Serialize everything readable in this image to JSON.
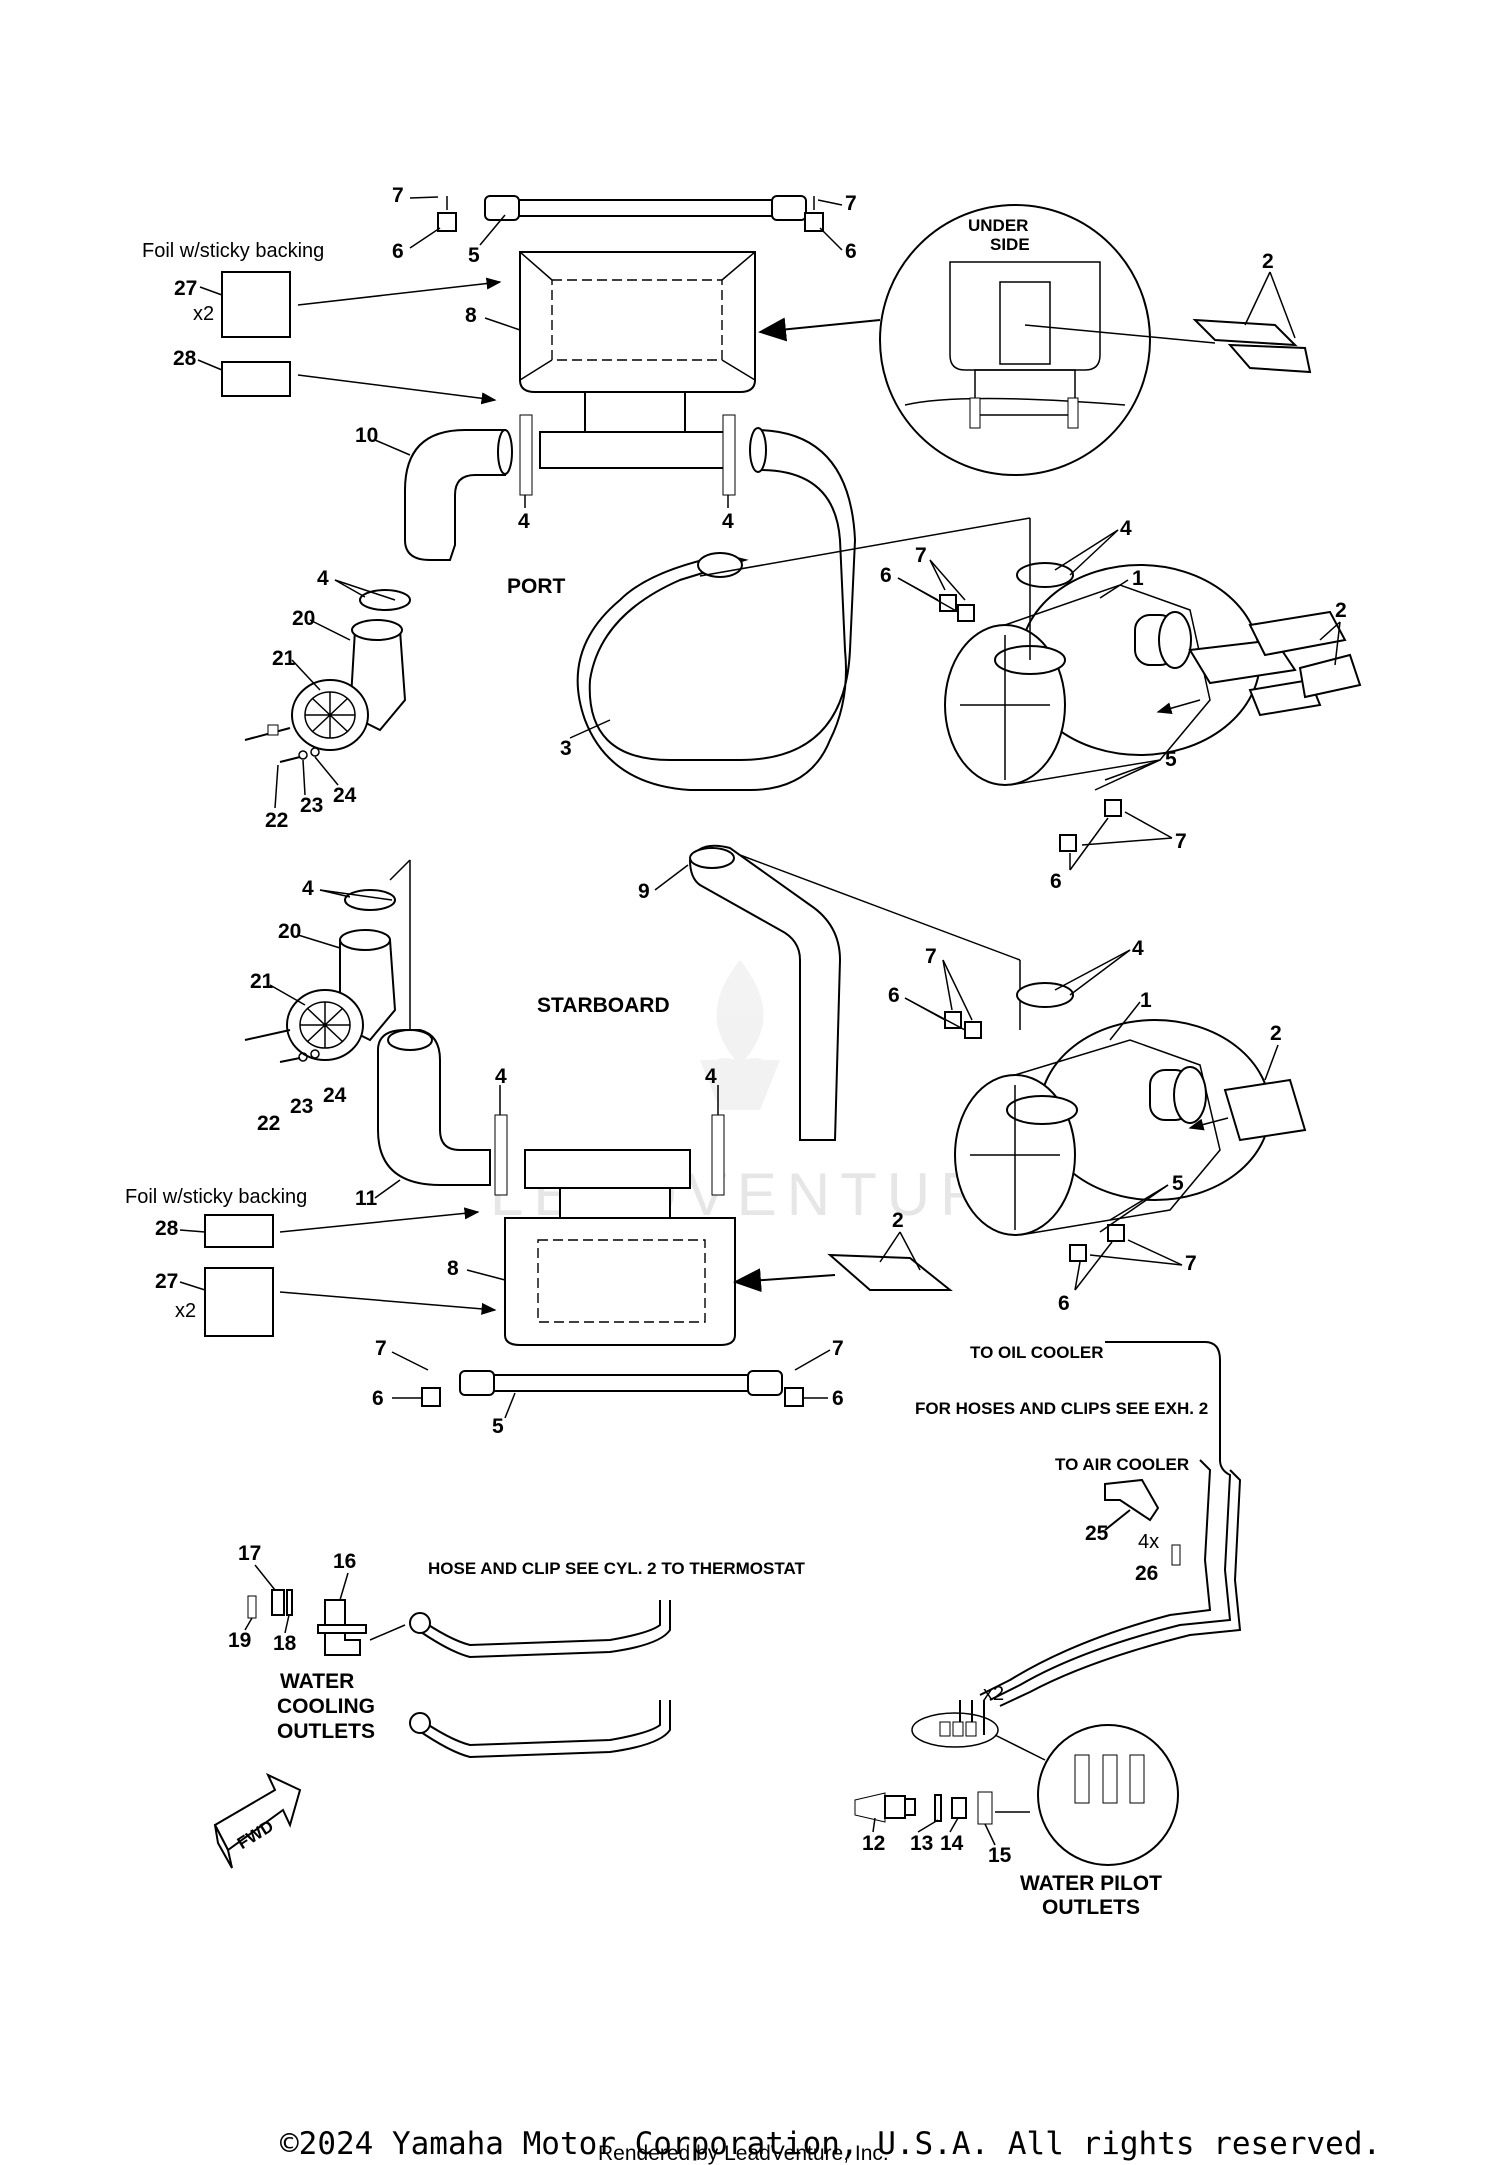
{
  "diagram": {
    "section_labels": {
      "port": "PORT",
      "starboard": "STARBOARD",
      "under_side_1": "UNDER",
      "under_side_2": "SIDE",
      "foil_top": "Foil w/sticky backing",
      "foil_bottom": "Foil w/sticky backing",
      "water_cooling_1": "WATER",
      "water_cooling_2": "COOLING",
      "water_cooling_3": "OUTLETS",
      "water_pilot_1": "WATER PILOT",
      "water_pilot_2": "OUTLETS",
      "fwd": "FWD"
    },
    "notes": {
      "to_oil_cooler": "TO OIL COOLER",
      "hoses_clips": "FOR HOSES AND CLIPS SEE EXH. 2",
      "to_air_cooler": "TO AIR COOLER",
      "hose_clip_thermostat": "HOSE AND CLIP SEE CYL. 2 TO THERMOSTAT"
    },
    "multipliers": {
      "x2_a": "x2",
      "x2_b": "x2",
      "x2_c": "x2",
      "x4": "4x"
    },
    "callouts": {
      "c7a": "7",
      "c7b": "7",
      "c6a": "6",
      "c6b": "6",
      "c5a": "5",
      "c27a": "27",
      "c8a": "8",
      "c28a": "28",
      "c2a": "2",
      "c10": "10",
      "c4a": "4",
      "c4b": "4",
      "c4c": "4",
      "c4d": "4",
      "c20a": "20",
      "c21a": "21",
      "c22a": "22",
      "c23a": "23",
      "c24a": "24",
      "c3": "3",
      "c7c": "7",
      "c6c": "6",
      "c1a": "1",
      "c2b": "2",
      "c5b": "5",
      "c7d": "7",
      "c6d": "6",
      "c4e": "4",
      "c9": "9",
      "c20b": "20",
      "c21b": "21",
      "c22b": "22",
      "c23b": "23",
      "c24b": "24",
      "c7e": "7",
      "c6e": "6",
      "c4f": "4",
      "c1b": "1",
      "c2c": "2",
      "c4g": "4",
      "c4h": "4",
      "c11": "11",
      "c5c": "5",
      "c28b": "28",
      "c27b": "27",
      "c8b": "8",
      "c2d": "2",
      "c7f": "7",
      "c6f": "6",
      "c7g": "7",
      "c6g": "6",
      "c7h": "7",
      "c6h": "6",
      "c5d": "5",
      "c25": "25",
      "c26": "26",
      "c17": "17",
      "c16": "16",
      "c19": "19",
      "c18": "18",
      "c12": "12",
      "c13": "13",
      "c14": "14",
      "c15": "15"
    }
  },
  "footer": {
    "copyright": "©2024 Yamaha Motor Corporation, U.S.A. All rights reserved.",
    "rendered_by": "Rendered by LeadVenture, Inc.",
    "watermark": "LEADVENTURE"
  }
}
